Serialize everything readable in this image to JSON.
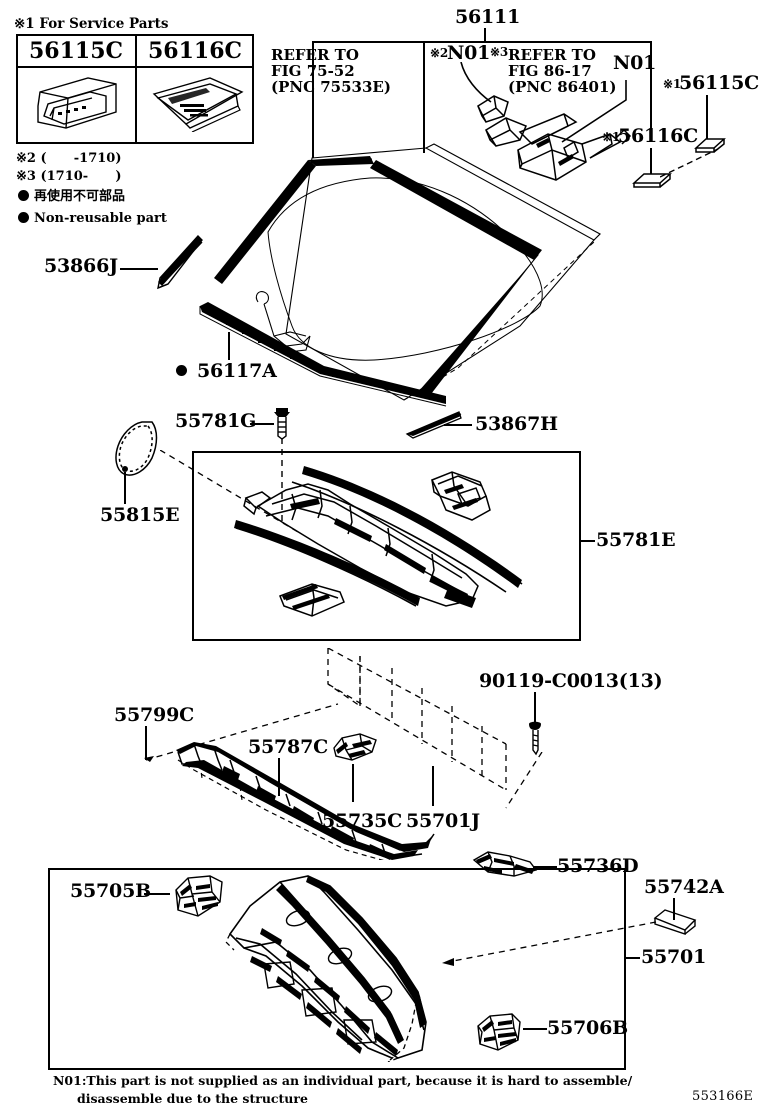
{
  "diagram": {
    "code": "553166E",
    "title": "Windshield / Cowl panel parts diagram"
  },
  "service_parts_table": {
    "caption": "※1 For Service Parts",
    "columns": [
      "56115C",
      "56116C"
    ]
  },
  "legend": [
    "※2 (      -1710)",
    "※3 (1710-      )",
    "● 再使用不可部品",
    "● Non-reusable part"
  ],
  "legend_lines": {
    "line1": "※2 (      -1710)",
    "line2": "※3 (1710-      )",
    "line3_jp": "再使用不可部品",
    "line4_en": "Non-reusable part"
  },
  "references": {
    "ref_left": "REFER TO\nFIG 75-52\n(PNC 75533E)",
    "ref_right": "REFER TO\nFIG 86-17\n(PNC 86401)",
    "n01_left": "N01",
    "n01_right": "N01",
    "mark2": "※2",
    "mark3": "※3",
    "mark1_a": "※1",
    "mark1_b": "※1"
  },
  "callouts": {
    "top_center": "56111",
    "c56115C": "56115C",
    "c56116C": "56116C",
    "c53866J": "53866J",
    "c56117A": "56117A",
    "c55781G": "55781G",
    "c53867H": "53867H",
    "c55815E": "55815E",
    "c55781E": "55781E",
    "c55799C": "55799C",
    "c55787C": "55787C",
    "c55735C": "55735C",
    "c55701J": "55701J",
    "c90119": "90119-C0013(13)",
    "c55736D": "55736D",
    "c55742A": "55742A",
    "c55705B": "55705B",
    "c55706B": "55706B",
    "c55701": "55701"
  },
  "footnote": {
    "line1": "N01:This part is not supplied as an individual part, because it is hard to assemble/",
    "line2": "disassemble due to the structure"
  },
  "colors": {
    "ink": "#000000",
    "paper": "#ffffff"
  }
}
